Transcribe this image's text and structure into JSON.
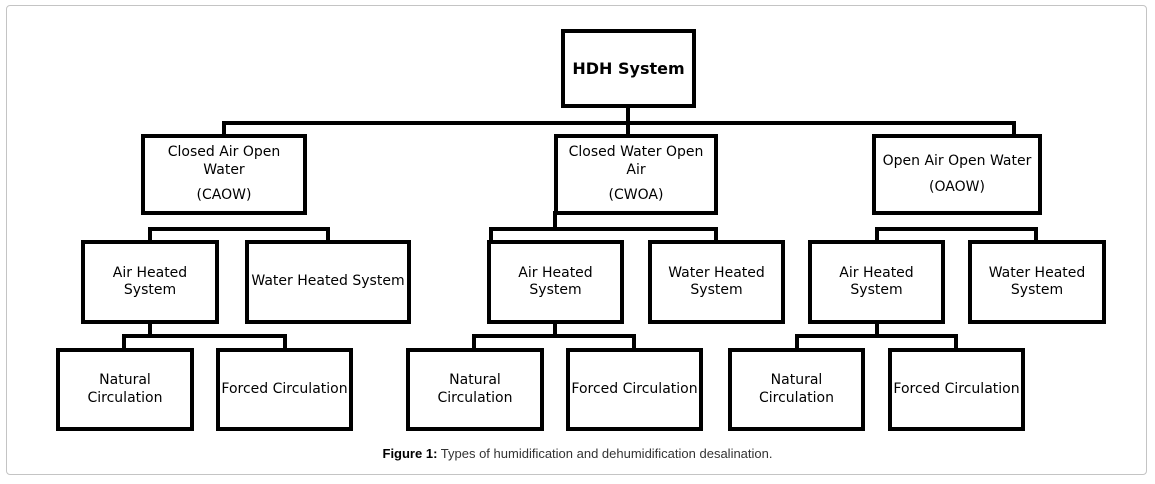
{
  "diagram": {
    "root": "HDH System",
    "categories": [
      {
        "line1": "Closed Air Open Water",
        "line2": "(CAOW)"
      },
      {
        "line1": "Closed Water Open Air",
        "line2": "(CWOA)"
      },
      {
        "line1": "Open Air Open Water",
        "line2": "(OAOW)"
      }
    ],
    "subsystems": {
      "caow": {
        "air": "Air Heated System",
        "water": "Water Heated System"
      },
      "cwoa": {
        "air": "Air Heated System",
        "water_line1": "Water Heated",
        "water_line2": "System"
      },
      "oaow": {
        "air": "Air Heated System",
        "water_line1": "Water Heated",
        "water_line2": "System"
      }
    },
    "circulation": {
      "natural": "Natural Circulation",
      "forced": "Forced Circulation"
    }
  },
  "caption": {
    "label": "Figure 1:",
    "text": " Types of humidification and dehumidification desalination."
  }
}
